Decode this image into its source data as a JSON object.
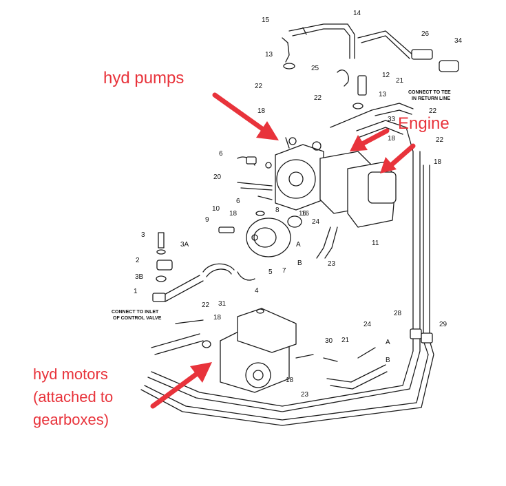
{
  "callouts": {
    "pumps": "hyd pumps",
    "engine": "Engine",
    "motors_line1": "hyd motors",
    "motors_line2": "(attached to",
    "motors_line3": "gearboxes)"
  },
  "notes": {
    "tee_line1": "CONNECT TO TEE",
    "tee_line2": "IN RETURN LINE",
    "inlet_line1": "CONNECT TO INLET",
    "inlet_line2": "OF CONTROL VALVE"
  },
  "part_labels": [
    "15",
    "14",
    "26",
    "34",
    "13",
    "25",
    "12",
    "22",
    "21",
    "13",
    "18",
    "22",
    "18",
    "6",
    "20",
    "16",
    "10",
    "9",
    "6",
    "18",
    "8",
    "24",
    "16",
    "3",
    "3A",
    "2",
    "3B",
    "1",
    "4",
    "5",
    "7",
    "A",
    "B",
    "23",
    "11",
    "18",
    "22",
    "18",
    "33",
    "22",
    "22",
    "31",
    "18",
    "28",
    "29",
    "24",
    "A",
    "30",
    "21",
    "B",
    "18",
    "23"
  ],
  "colors": {
    "callout": "#e8333b",
    "linework": "#1a1a1a"
  }
}
